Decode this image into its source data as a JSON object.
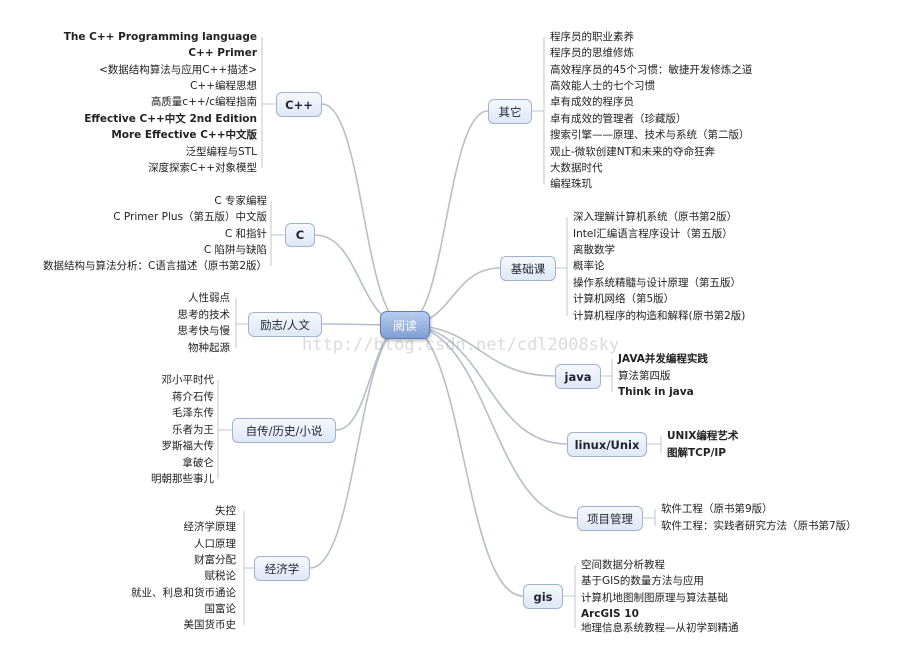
{
  "center": "阅读",
  "watermark": "http://blog.csdn.net/cdl2008sky",
  "branches": [
    {
      "label": "C++",
      "items": [
        "The C++ Programming language",
        "C++ Primer",
        "<数据结构算法与应用C++描述>",
        "C++编程思想",
        "高质量c++/c编程指南",
        "Effective C++中文 2nd Edition",
        "More Effective C++中文版",
        "泛型编程与STL",
        "深度探索C++对象模型"
      ]
    },
    {
      "label": "C",
      "items": [
        "C 专家编程",
        "C Primer Plus（第五版）中文版",
        "C 和指针",
        "C 陷阱与缺陷",
        "数据结构与算法分析：C语言描述（原书第2版）"
      ]
    },
    {
      "label": "励志/人文",
      "items": [
        "人性弱点",
        "思考的技术",
        "思考快与慢",
        "物种起源"
      ]
    },
    {
      "label": "自传/历史/小说",
      "items": [
        "邓小平时代",
        "蒋介石传",
        "毛泽东传",
        "乐者为王",
        "罗斯福大传",
        "拿破仑",
        "明朝那些事儿"
      ]
    },
    {
      "label": "经济学",
      "items": [
        "失控",
        "经济学原理",
        "人口原理",
        "财富分配",
        "赋税论",
        "就业、利息和货币通论",
        "国富论",
        "美国货币史"
      ]
    },
    {
      "label": "其它",
      "items": [
        "程序员的职业素养",
        "程序员的思维修炼",
        "高效程序员的45个习惯：敏捷开发修炼之道",
        "高效能人士的七个习惯",
        "卓有成效的程序员",
        "卓有成效的管理者（珍藏版）",
        "搜索引擎——原理、技术与系统（第二版）",
        "观止-微软创建NT和未来的夺命狂奔",
        "大数据时代",
        "编程珠玑"
      ]
    },
    {
      "label": "基础课",
      "items": [
        "深入理解计算机系统（原书第2版）",
        "Intel汇编语言程序设计（第五版）",
        "离散数学",
        "概率论",
        "操作系统精髓与设计原理（第五版）",
        "计算机网络（第5版）",
        "计算机程序的构造和解释(原书第2版)"
      ]
    },
    {
      "label": "java",
      "items": [
        "JAVA并发编程实践",
        "算法第四版",
        "Think in java"
      ]
    },
    {
      "label": "linux/Unix",
      "items": [
        "UNIX编程艺术",
        "图解TCP/IP"
      ]
    },
    {
      "label": "项目管理",
      "items": [
        "软件工程（原书第9版）",
        "软件工程：实践者研究方法（原书第7版）"
      ]
    },
    {
      "label": "gis",
      "items": [
        "空间数据分析教程",
        "基于GIS的数量方法与应用",
        "计算机地图制图原理与算法基础",
        "ArcGIS 10",
        "地理信息系统教程—从初学到精通"
      ]
    }
  ]
}
